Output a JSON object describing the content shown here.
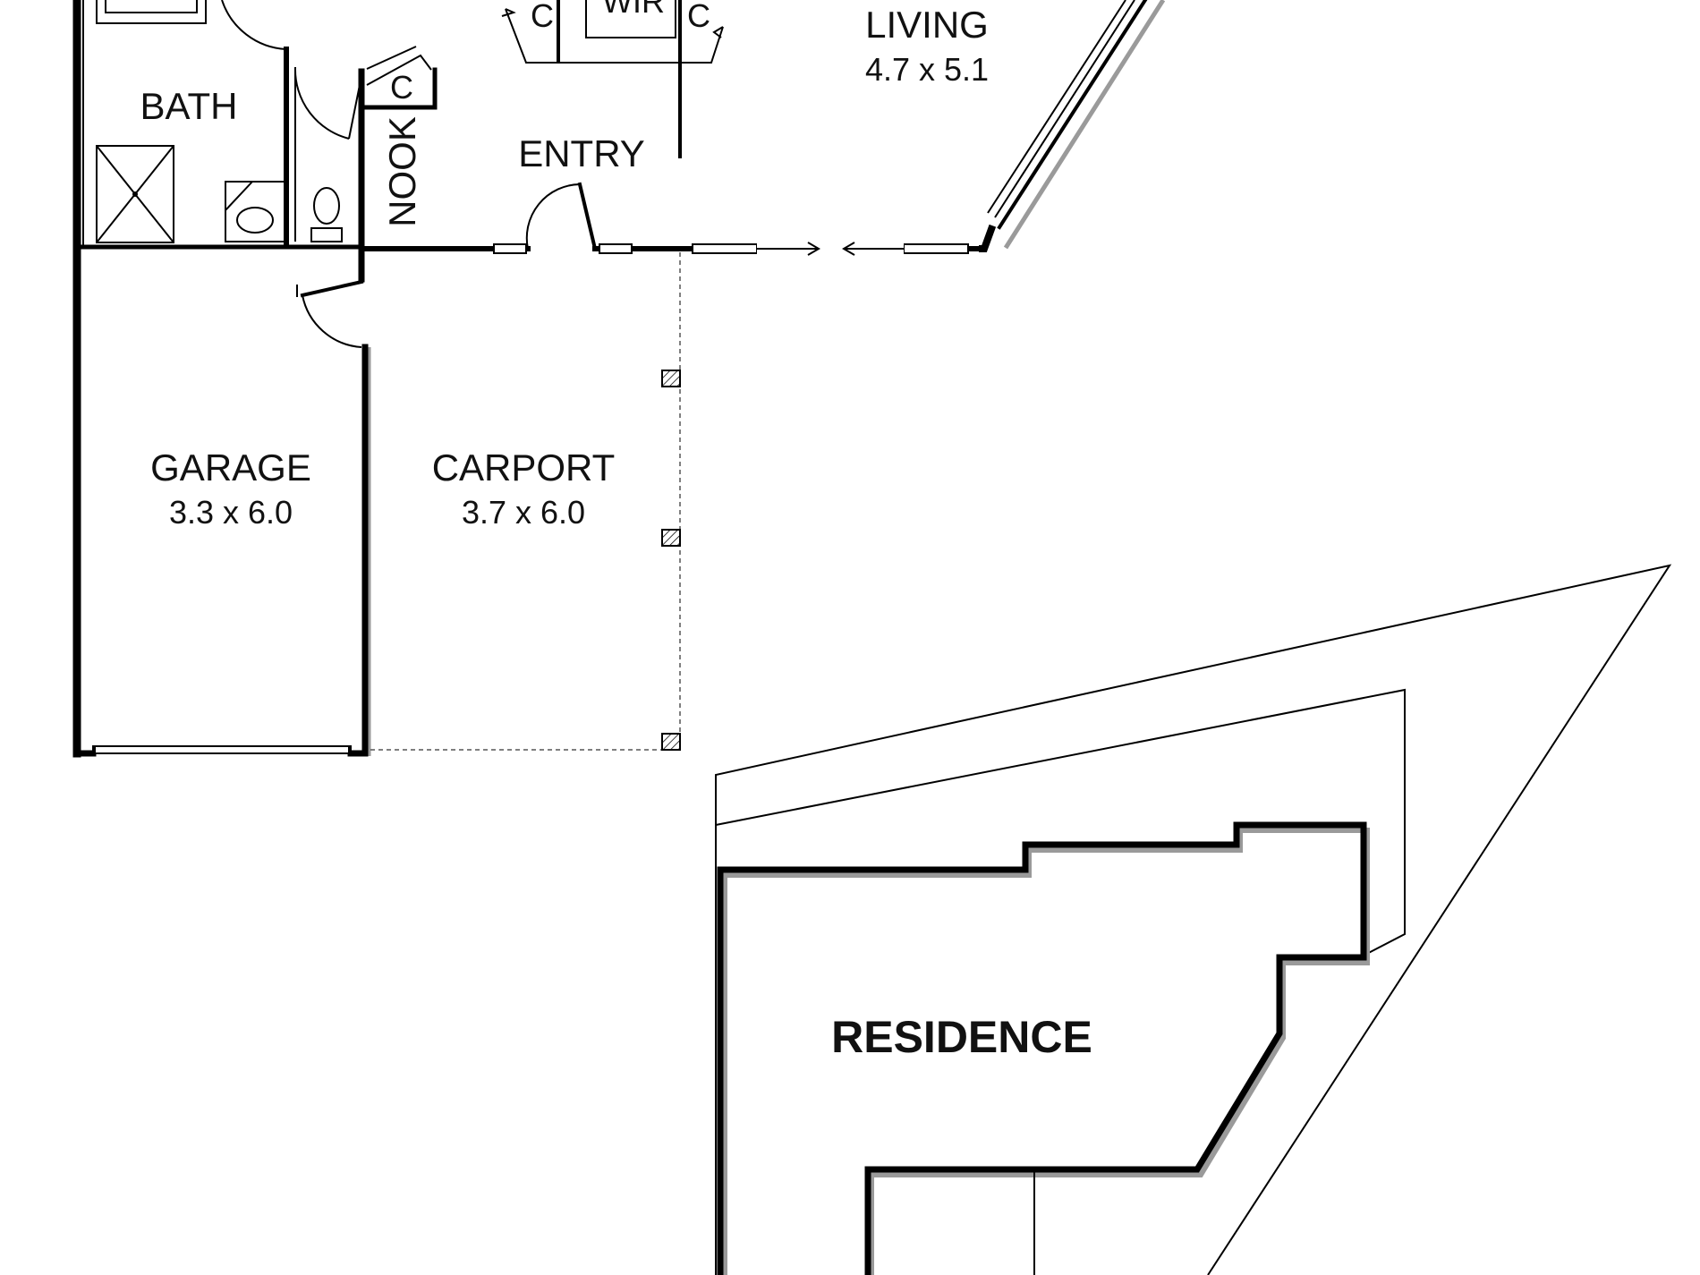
{
  "plan": {
    "rooms": [
      {
        "id": "living",
        "name": "LIVING",
        "dimensions": "4.7 x 5.1"
      },
      {
        "id": "wir",
        "name": "WIR"
      },
      {
        "id": "robe-left",
        "name": "C"
      },
      {
        "id": "robe-right",
        "name": "C"
      },
      {
        "id": "bath",
        "name": "BATH"
      },
      {
        "id": "nook-cupboard",
        "name": "C"
      },
      {
        "id": "nook",
        "name": "NOOK"
      },
      {
        "id": "entry",
        "name": "ENTRY"
      },
      {
        "id": "garage",
        "name": "GARAGE",
        "dimensions": "3.3 x 6.0"
      },
      {
        "id": "carport",
        "name": "CARPORT",
        "dimensions": "3.7 x 6.0"
      },
      {
        "id": "residence",
        "name": "RESIDENCE"
      }
    ]
  }
}
